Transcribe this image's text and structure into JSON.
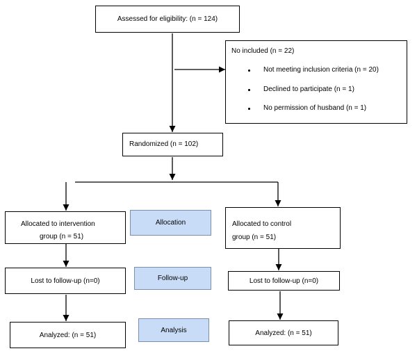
{
  "assessed": "Assessed for eligibility: (n = 124)",
  "excluded": {
    "title": "No included (n = 22)",
    "items": [
      "Not meeting inclusion criteria (n = 20)",
      "Declined to participate (n = 1)",
      "No permission of husband (n = 1)"
    ]
  },
  "randomized": "Randomized (n = 102)",
  "intervention": {
    "allocated_line1": "Allocated to intervention",
    "allocated_line2": "group (n = 51)",
    "lost": "Lost to follow-up (n=0)",
    "analyzed": "Analyzed: (n = 51)"
  },
  "control": {
    "allocated_line1": "Allocated to control",
    "allocated_line2": "group (n = 51)",
    "lost": "Lost to follow-up (n=0)",
    "analyzed": "Analyzed: (n = 51)"
  },
  "stages": {
    "allocation": "Allocation",
    "followup": "Follow-up",
    "analysis": "Analysis"
  },
  "colors": {
    "stage_fill": "#c9dcf7",
    "line": "#000000"
  }
}
